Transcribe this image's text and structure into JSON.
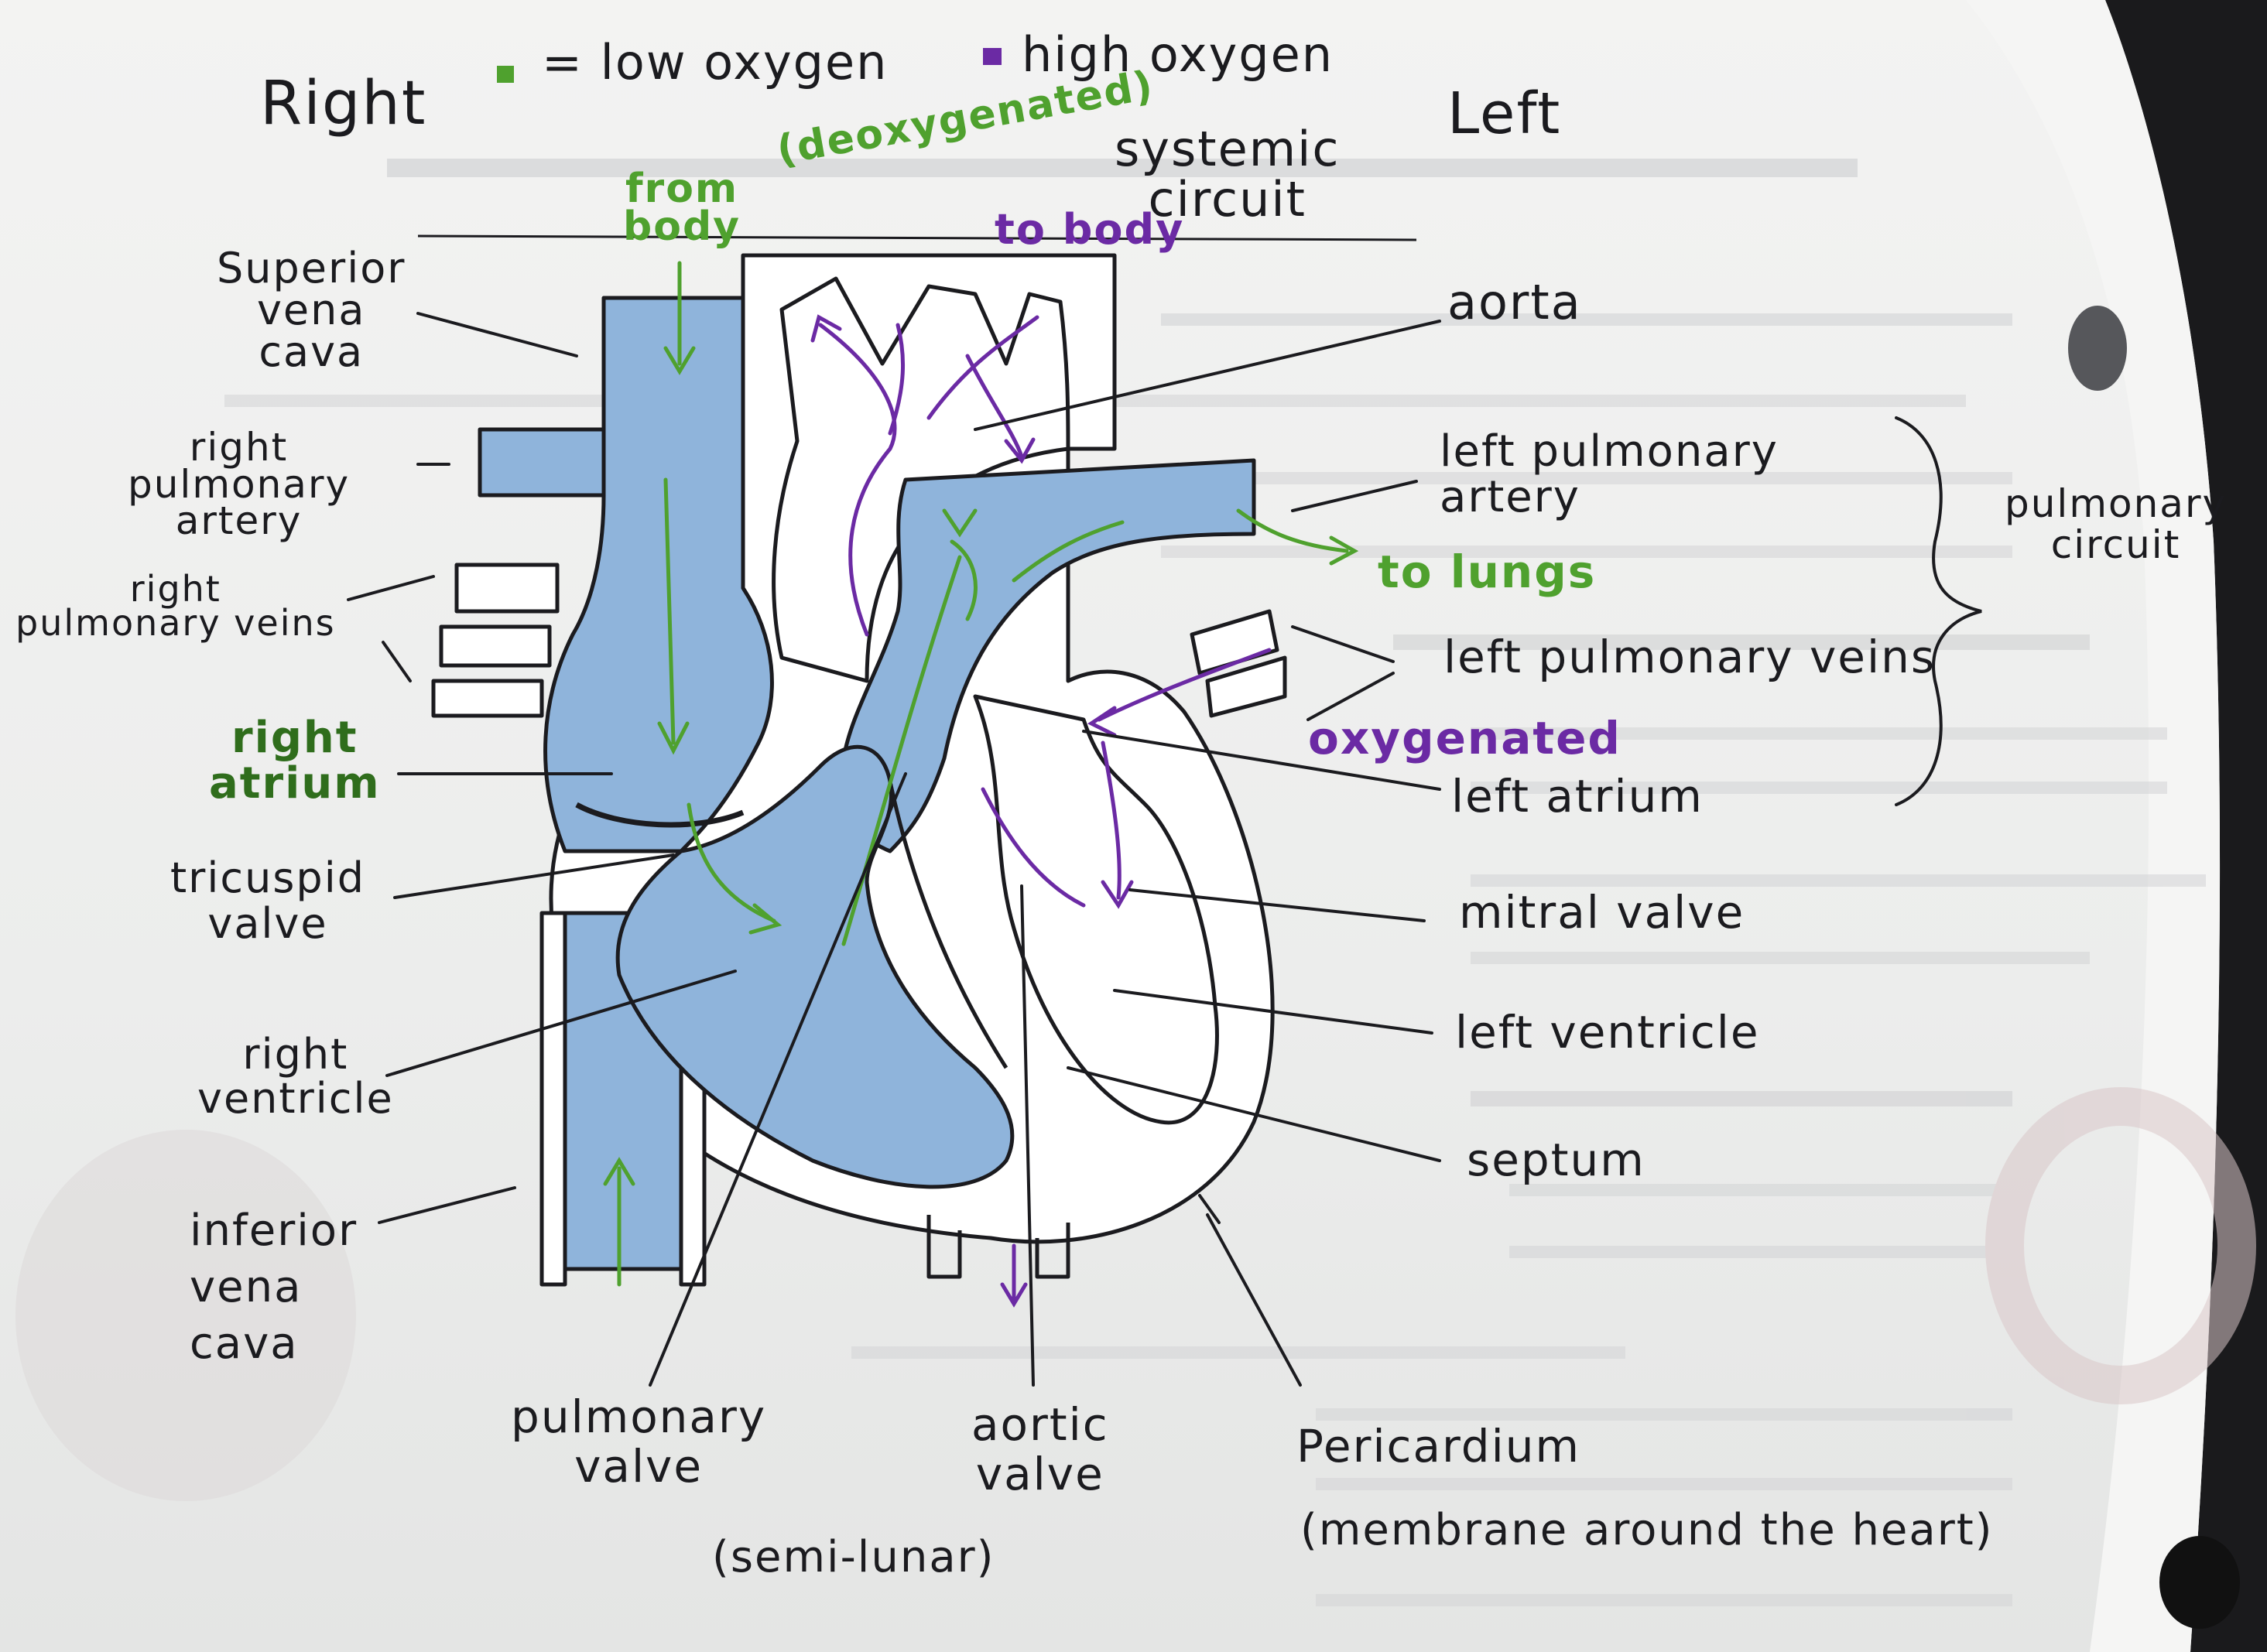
{
  "legend": {
    "low_oxygen": "= low oxygen",
    "high_oxygen": "high oxygen",
    "low_color": "#4fa12e",
    "high_color": "#6b2aa4"
  },
  "header": {
    "right": "Right",
    "left": "Left",
    "from_body": "from\nbody",
    "deoxygenated": "(deoxygenated)",
    "to_body": "to body",
    "systemic_circuit": "systemic\ncircuit"
  },
  "labels_left": {
    "superior_vena_cava": "Superior\nvena\ncava",
    "right_pulmonary_artery": "right\npulmonary\nartery",
    "right_pulmonary_veins": "right\npulmonary veins",
    "right_atrium": "right\natrium",
    "tricuspid_valve": "tricuspid\nvalve",
    "right_ventricle": "right\nventricle",
    "inferior_vena_cava": "inferior\nvena\ncava"
  },
  "labels_right": {
    "aorta": "aorta",
    "left_pulmonary_artery": "left pulmonary\nartery",
    "to_lungs": "to lungs",
    "pulmonary_circuit": "pulmonary\ncircuit",
    "left_pulmonary_veins": "left pulmonary veins",
    "oxygenated": "oxygenated",
    "left_atrium": "left atrium",
    "mitral_valve": "mitral valve",
    "left_ventricle": "left ventricle",
    "septum": "septum"
  },
  "labels_bottom": {
    "pulmonary_valve": "pulmonary\nvalve",
    "aortic_valve": "aortic\nvalve",
    "semi_lunar": "(semi-lunar)",
    "pericardium": "Pericardium",
    "membrane": "(membrane around the heart)"
  },
  "colors": {
    "blood_fill": "#8fb4db",
    "ink": "#1b1b1f"
  }
}
